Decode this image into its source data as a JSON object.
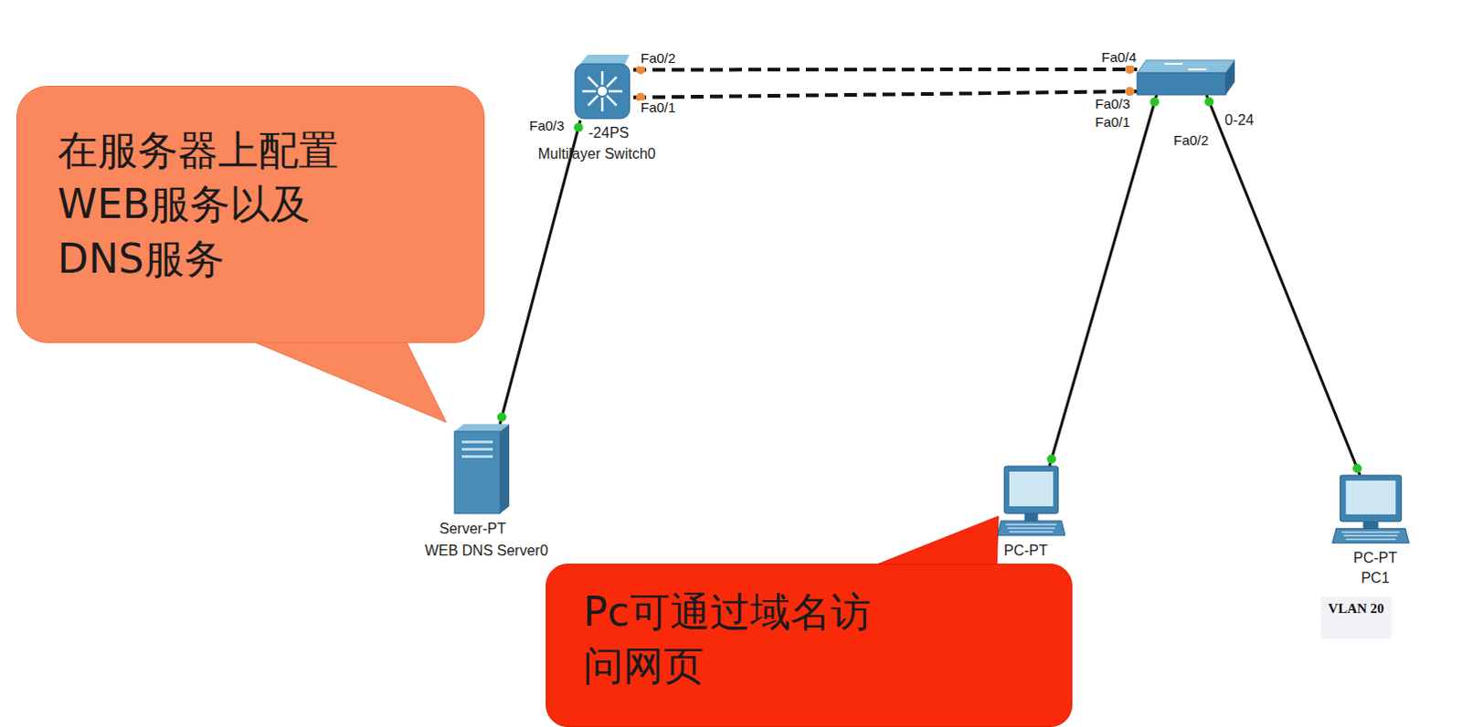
{
  "diagram": {
    "nodes": [
      {
        "text": [
          "在服务器上配置WEB服务以及DNS服务"
        ]
      },
      {
        "text": [
          "-24PS",
          "Multilayer Switch0"
        ]
      },
      {
        "text": [
          "0-24"
        ]
      },
      {
        "text": [
          "Server-PT",
          "WEB DNS Server0"
        ]
      },
      {
        "text": [
          "PC-PT"
        ]
      },
      {
        "text": [
          "PC-PT",
          "PC1",
          "VLAN 20"
        ]
      },
      {
        "text": [
          "Pc可通过域名访问网页"
        ]
      }
    ],
    "edges": [
      {
        "from": 1,
        "to": 2,
        "arrow": "none"
      },
      {
        "from": 1,
        "to": 2,
        "arrow": "none"
      },
      {
        "from": 1,
        "to": 3,
        "arrow": "none"
      },
      {
        "from": 2,
        "to": 4,
        "arrow": "none"
      },
      {
        "from": 2,
        "to": 5,
        "arrow": "none"
      }
    ],
    "labels": [
      "Fa0/2",
      "Fa0/1",
      "Fa0/3",
      "Fa0/4",
      "Fa0/3",
      "Fa0/1",
      "Fa0/2"
    ]
  }
}
